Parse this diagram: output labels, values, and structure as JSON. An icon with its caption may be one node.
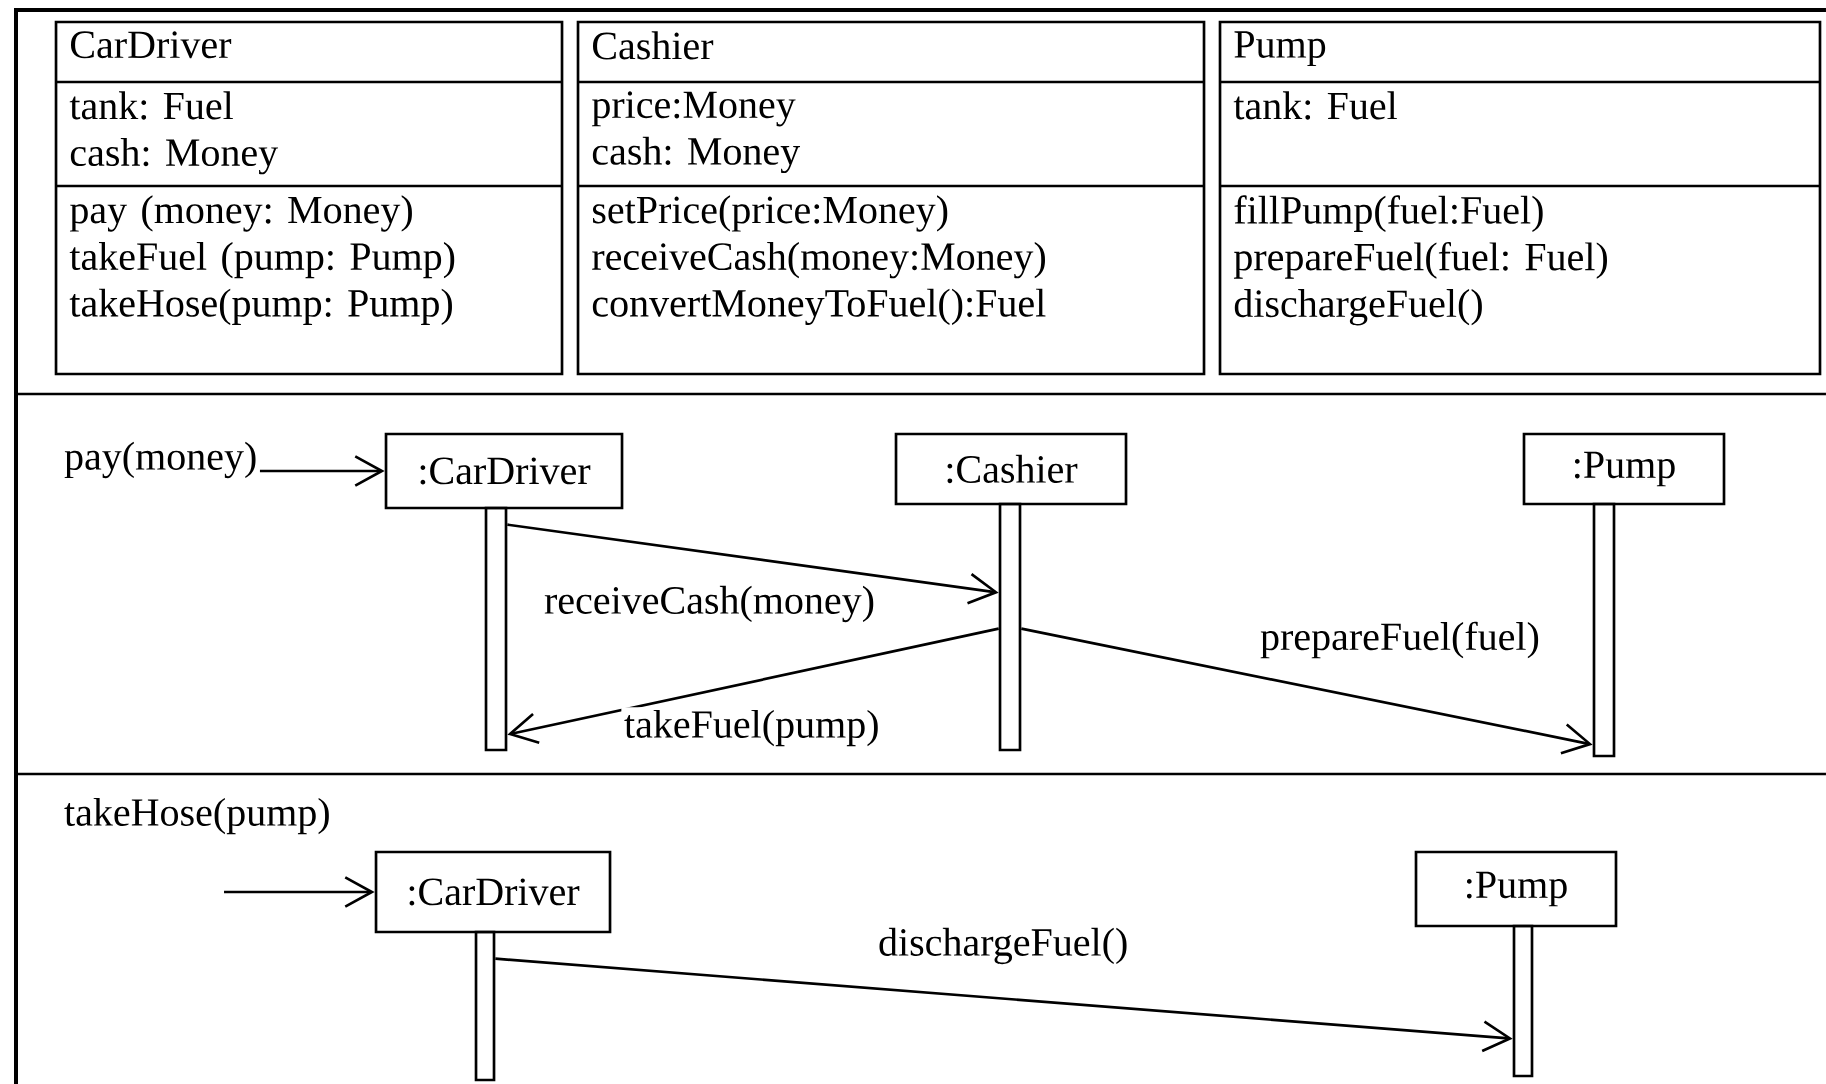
{
  "diagram": {
    "nodes": [
      {
        "text": [
          "CarDriver",
          "tank: Fuel cash: Money",
          "pay (money: Money) takeFuel (pump: Pump) takeHose(pump: Pump)"
        ]
      },
      {
        "text": [
          "Cashier",
          "price:Money cash: Money",
          "setPrice(price:Money) receiveCash(money:Money) convertMoneyToFuel():Fuel"
        ]
      },
      {
        "text": [
          "Pump",
          "tank: Fuel",
          "fillPump(fuel:Fuel) prepareFuel(fuel: Fuel) dischargeFuel()"
        ]
      },
      {
        "text": [
          ":CarDriver"
        ]
      },
      {
        "text": [
          ":Cashier"
        ]
      },
      {
        "text": [
          ":Pump"
        ]
      },
      {
        "text": [],
        "shape": "bar"
      },
      {
        "text": [],
        "shape": "bar"
      },
      {
        "text": [],
        "shape": "bar"
      },
      {
        "text": [
          ":CarDriver"
        ]
      },
      {
        "text": [
          ":Pump"
        ]
      },
      {
        "text": [],
        "shape": "bar"
      },
      {
        "text": [],
        "shape": "bar"
      }
    ],
    "edges": [
      {
        "from": null,
        "to": 3,
        "arrow": "to",
        "label": "pay(money)"
      },
      {
        "from": 6,
        "to": 7,
        "arrow": "to",
        "label": "receiveCash(money)"
      },
      {
        "from": 7,
        "to": 6,
        "arrow": "to",
        "label": "takeFuel(pump)"
      },
      {
        "from": 7,
        "to": 8,
        "arrow": "to",
        "label": "prepareFuel(fuel)"
      },
      {
        "from": null,
        "to": 9,
        "arrow": "to",
        "label": "takeHose(pump)"
      },
      {
        "from": 11,
        "to": 12,
        "arrow": "to",
        "label": "dischargeFuel()"
      }
    ]
  }
}
